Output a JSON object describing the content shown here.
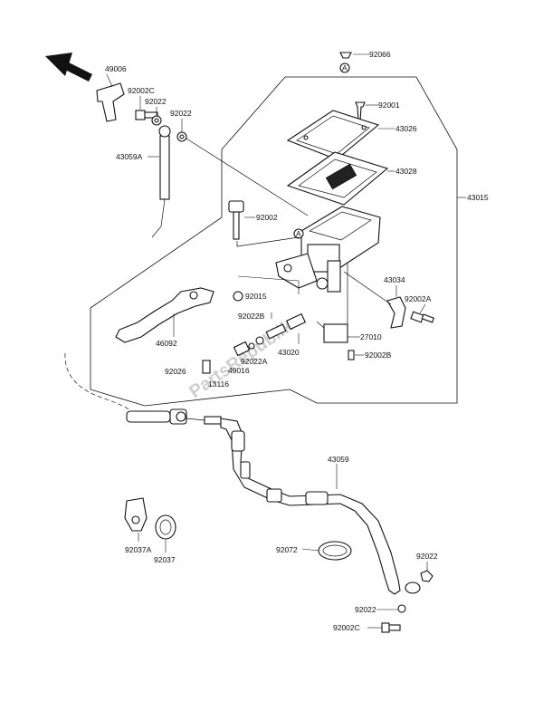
{
  "parts": {
    "p92066": "92066",
    "ref_a_top": "A",
    "p92001": "92001",
    "p43026": "43026",
    "p43028": "43028",
    "p43015": "43015",
    "p49006": "49006",
    "p92002C_top": "92002C",
    "p92022_a": "92022",
    "p92022_b": "92022",
    "p43059A": "43059A",
    "p92002": "92002",
    "ref_a_mid": "A",
    "p43034": "43034",
    "p92002A_right": "92002A",
    "p92015": "92015",
    "p46092": "46092",
    "p92022B": "92022B",
    "p43020": "43020",
    "p27010": "27010",
    "p92022A": "92022A",
    "p49016": "49016",
    "p92026": "92026",
    "p92002B": "92002B",
    "p13116": "13116",
    "p43059": "43059",
    "p92037A": "92037A",
    "p92037": "92037",
    "p92072": "92072",
    "p92022_c": "92022",
    "p92022_d": "92022",
    "p92002C_bottom": "92002C"
  },
  "watermark": "PartsRepublik",
  "icons": {
    "direction": "front-arrow-icon"
  }
}
